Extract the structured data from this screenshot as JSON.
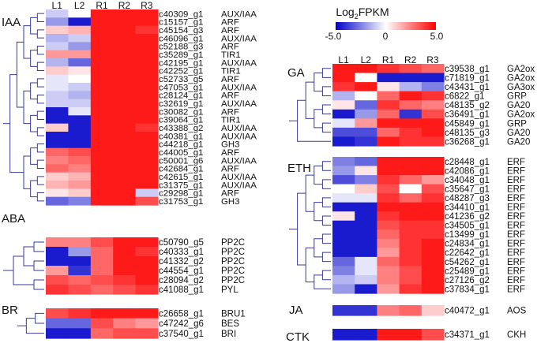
{
  "chart_data": {
    "type": "heatmap",
    "columns": [
      "L1",
      "L2",
      "R1",
      "R2",
      "R3"
    ],
    "legend": {
      "title_main": "Log",
      "title_sub": "2",
      "title_tail": "FPKM",
      "min_label": "-5.0",
      "mid_label": "0",
      "max_label": "5.0",
      "range": [
        -5,
        5
      ],
      "low_color": "#0000c8",
      "mid_color": "#ffffff",
      "high_color": "#ff0000"
    },
    "panels": [
      {
        "id": "IAA",
        "label": "IAA",
        "show_columns": true,
        "rows": [
          {
            "gene": "c40309_g1",
            "annot": "AUX/IAA",
            "values": [
              -1.0,
              0.0,
              4.5,
              4.5,
              4.5
            ]
          },
          {
            "gene": "c15157_g1",
            "annot": "ARF",
            "values": [
              -2.0,
              -4.5,
              4.5,
              4.5,
              4.5
            ]
          },
          {
            "gene": "c45154_g3",
            "annot": "ARF",
            "values": [
              1.0,
              1.5,
              4.5,
              4.5,
              4.0
            ]
          },
          {
            "gene": "c46096_g1",
            "annot": "AUX/IAA",
            "values": [
              -1.5,
              -1.0,
              4.5,
              4.5,
              4.5
            ]
          },
          {
            "gene": "c52188_g3",
            "annot": "ARF",
            "values": [
              -1.0,
              -2.0,
              4.5,
              4.5,
              4.5
            ]
          },
          {
            "gene": "c35289_g1",
            "annot": "TIR1",
            "values": [
              2.0,
              2.0,
              4.5,
              4.5,
              4.5
            ]
          },
          {
            "gene": "c42195_g1",
            "annot": "AUX/IAA",
            "values": [
              -1.5,
              -3.0,
              4.5,
              4.5,
              4.5
            ]
          },
          {
            "gene": "c42252_g1",
            "annot": "TIR1",
            "values": [
              1.0,
              0.5,
              4.5,
              4.5,
              4.5
            ]
          },
          {
            "gene": "c52733_g5",
            "annot": "ARF",
            "values": [
              -0.5,
              0.0,
              4.5,
              4.5,
              4.5
            ]
          },
          {
            "gene": "c47053_g1",
            "annot": "AUX/IAA",
            "values": [
              -0.5,
              -1.0,
              4.5,
              4.5,
              4.5
            ]
          },
          {
            "gene": "c28124_g1",
            "annot": "ARF",
            "values": [
              -1.0,
              -1.5,
              4.5,
              4.5,
              4.5
            ]
          },
          {
            "gene": "c32619_g1",
            "annot": "AUX/IAA",
            "values": [
              -1.0,
              -1.0,
              4.5,
              4.5,
              4.5
            ]
          },
          {
            "gene": "c30082_g1",
            "annot": "ARF",
            "values": [
              -4.5,
              -0.5,
              4.5,
              4.5,
              4.5
            ]
          },
          {
            "gene": "c39064_g1",
            "annot": "TIR1",
            "values": [
              -4.5,
              -4.5,
              4.5,
              4.5,
              4.5
            ]
          },
          {
            "gene": "c43388_g2",
            "annot": "AUX/IAA",
            "values": [
              1.0,
              -4.5,
              4.5,
              4.5,
              4.0
            ]
          },
          {
            "gene": "c40381_g1",
            "annot": "AUX/IAA",
            "values": [
              -4.5,
              -4.5,
              4.5,
              4.5,
              4.5
            ]
          },
          {
            "gene": "c44218_g1",
            "annot": "GH3",
            "values": [
              -4.5,
              -4.5,
              4.5,
              4.5,
              4.5
            ]
          },
          {
            "gene": "c44005_g1",
            "annot": "ARF",
            "values": [
              3.0,
              3.5,
              4.5,
              4.5,
              4.5
            ]
          },
          {
            "gene": "c50001_g6",
            "annot": "AUX/IAA",
            "values": [
              2.5,
              3.0,
              4.5,
              4.5,
              4.5
            ]
          },
          {
            "gene": "c42684_g1",
            "annot": "ARF",
            "values": [
              3.0,
              2.5,
              4.5,
              4.5,
              4.5
            ]
          },
          {
            "gene": "c42615_g1",
            "annot": "AUX/IAA",
            "values": [
              1.0,
              1.5,
              4.5,
              4.5,
              4.5
            ]
          },
          {
            "gene": "c31375_g1",
            "annot": "AUX/IAA",
            "values": [
              1.5,
              2.0,
              4.5,
              4.5,
              4.5
            ]
          },
          {
            "gene": "c29298_g1",
            "annot": "ARF",
            "values": [
              0.5,
              1.0,
              4.5,
              4.5,
              -1.0
            ]
          },
          {
            "gene": "c31753_g1",
            "annot": "GH3",
            "values": [
              -3.0,
              -2.5,
              4.5,
              4.5,
              3.5
            ]
          }
        ]
      },
      {
        "id": "ABA",
        "label": "ABA",
        "show_columns": false,
        "rows": [
          {
            "gene": "c50790_g5",
            "annot": "PP2C",
            "values": [
              2.5,
              2.5,
              3.5,
              4.5,
              4.5
            ]
          },
          {
            "gene": "c40333_g1",
            "annot": "PP2C",
            "values": [
              -4.5,
              -2.0,
              3.0,
              4.5,
              4.0
            ]
          },
          {
            "gene": "c41332_g2",
            "annot": "PP2C",
            "values": [
              -4.5,
              -4.5,
              3.0,
              4.5,
              4.5
            ]
          },
          {
            "gene": "c44554_g1",
            "annot": "PP2C",
            "values": [
              2.0,
              -4.0,
              3.0,
              4.5,
              4.5
            ]
          },
          {
            "gene": "c28094_g2",
            "annot": "PP2C",
            "values": [
              3.5,
              3.0,
              3.5,
              4.0,
              4.5
            ]
          },
          {
            "gene": "c41088_g1",
            "annot": "PYL",
            "values": [
              4.0,
              3.5,
              3.0,
              3.5,
              4.0
            ]
          }
        ]
      },
      {
        "id": "BR",
        "label": "BR",
        "show_columns": false,
        "rows": [
          {
            "gene": "c26658_g1",
            "annot": "BRU1",
            "values": [
              3.5,
              4.0,
              4.5,
              4.5,
              4.5
            ]
          },
          {
            "gene": "c47242_g6",
            "annot": "BES",
            "values": [
              -3.0,
              -3.0,
              3.5,
              2.5,
              2.0
            ]
          },
          {
            "gene": "c37540_g1",
            "annot": "BRI",
            "values": [
              -4.5,
              -4.5,
              3.0,
              3.5,
              3.5
            ]
          }
        ]
      },
      {
        "id": "GA",
        "label": "GA",
        "show_columns": true,
        "rows": [
          {
            "gene": "c39538_g1",
            "annot": "GA2ox",
            "values": [
              4.5,
              4.5,
              4.0,
              3.5,
              3.0
            ]
          },
          {
            "gene": "c71819_g1",
            "annot": "GA2ox",
            "values": [
              4.5,
              0.0,
              -4.5,
              -4.5,
              -4.5
            ]
          },
          {
            "gene": "c43431_g1",
            "annot": "GA3ox",
            "values": [
              4.0,
              4.5,
              0.5,
              -1.5,
              -2.5
            ]
          },
          {
            "gene": "c6822_g1",
            "annot": "GRP",
            "values": [
              -1.5,
              0.0,
              3.0,
              4.5,
              4.0
            ]
          },
          {
            "gene": "c48135_g2",
            "annot": "GA20",
            "values": [
              0.5,
              -3.0,
              4.0,
              3.0,
              2.5
            ]
          },
          {
            "gene": "c36491_g1",
            "annot": "GA2ox",
            "values": [
              -4.5,
              -2.0,
              3.0,
              -4.0,
              3.5
            ]
          },
          {
            "gene": "c45849_g1",
            "annot": "GRP",
            "values": [
              -0.5,
              2.0,
              4.5,
              4.5,
              4.5
            ]
          },
          {
            "gene": "c48135_g3",
            "annot": "GA20",
            "values": [
              -3.5,
              -3.5,
              3.0,
              4.0,
              4.5
            ]
          },
          {
            "gene": "c36268_g1",
            "annot": "GA20",
            "values": [
              -4.5,
              -4.0,
              4.5,
              4.0,
              4.0
            ]
          }
        ]
      },
      {
        "id": "ETH",
        "label": "ETH",
        "show_columns": false,
        "rows": [
          {
            "gene": "c28448_g1",
            "annot": "ERF",
            "values": [
              -2.5,
              -3.0,
              4.5,
              4.5,
              4.5
            ]
          },
          {
            "gene": "c42086_g1",
            "annot": "ERF",
            "values": [
              -2.0,
              0.5,
              4.5,
              4.5,
              4.5
            ]
          },
          {
            "gene": "c34048_g1",
            "annot": "ERF",
            "values": [
              -3.5,
              -2.5,
              4.0,
              3.0,
              2.0
            ]
          },
          {
            "gene": "c35647_g1",
            "annot": "ERF",
            "values": [
              0.0,
              1.0,
              3.5,
              0.0,
              3.5
            ]
          },
          {
            "gene": "c48287_g3",
            "annot": "ERF",
            "values": [
              -0.5,
              -0.5,
              4.0,
              3.0,
              4.0
            ]
          },
          {
            "gene": "c34410_g1",
            "annot": "ERF",
            "values": [
              -4.5,
              -4.5,
              4.5,
              4.5,
              4.5
            ]
          },
          {
            "gene": "c41236_g2",
            "annot": "ERF",
            "values": [
              0.5,
              -4.5,
              4.0,
              4.5,
              4.5
            ]
          },
          {
            "gene": "c34505_g1",
            "annot": "ERF",
            "values": [
              -4.5,
              -4.5,
              3.5,
              4.0,
              4.0
            ]
          },
          {
            "gene": "c13499_g1",
            "annot": "ERF",
            "values": [
              -4.5,
              -4.5,
              3.0,
              4.0,
              4.0
            ]
          },
          {
            "gene": "c24834_g1",
            "annot": "ERF",
            "values": [
              -4.5,
              -4.5,
              2.5,
              4.0,
              4.5
            ]
          },
          {
            "gene": "c22642_g1",
            "annot": "ERF",
            "values": [
              -4.5,
              -4.5,
              2.0,
              4.0,
              4.5
            ]
          },
          {
            "gene": "c54262_g1",
            "annot": "ERF",
            "values": [
              -3.0,
              -0.5,
              3.0,
              4.0,
              4.5
            ]
          },
          {
            "gene": "c25489_g1",
            "annot": "ERF",
            "values": [
              -2.5,
              -0.5,
              2.5,
              3.5,
              4.5
            ]
          },
          {
            "gene": "c27126_g2",
            "annot": "ERF",
            "values": [
              -1.5,
              -1.0,
              2.5,
              3.5,
              4.5
            ]
          },
          {
            "gene": "c37834_g1",
            "annot": "ERF",
            "values": [
              -2.0,
              -4.5,
              2.0,
              4.0,
              4.5
            ]
          }
        ]
      },
      {
        "id": "JA",
        "label": "JA",
        "show_columns": false,
        "rows": [
          {
            "gene": "c40472_g1",
            "annot": "AOS",
            "values": [
              -4.0,
              -4.0,
              2.5,
              3.0,
              1.0
            ]
          }
        ]
      },
      {
        "id": "CTK",
        "label": "CTK",
        "show_columns": false,
        "rows": [
          {
            "gene": "c34371_g1",
            "annot": "CKH",
            "values": [
              -4.5,
              -4.5,
              4.5,
              4.5,
              3.5
            ]
          }
        ]
      }
    ]
  }
}
